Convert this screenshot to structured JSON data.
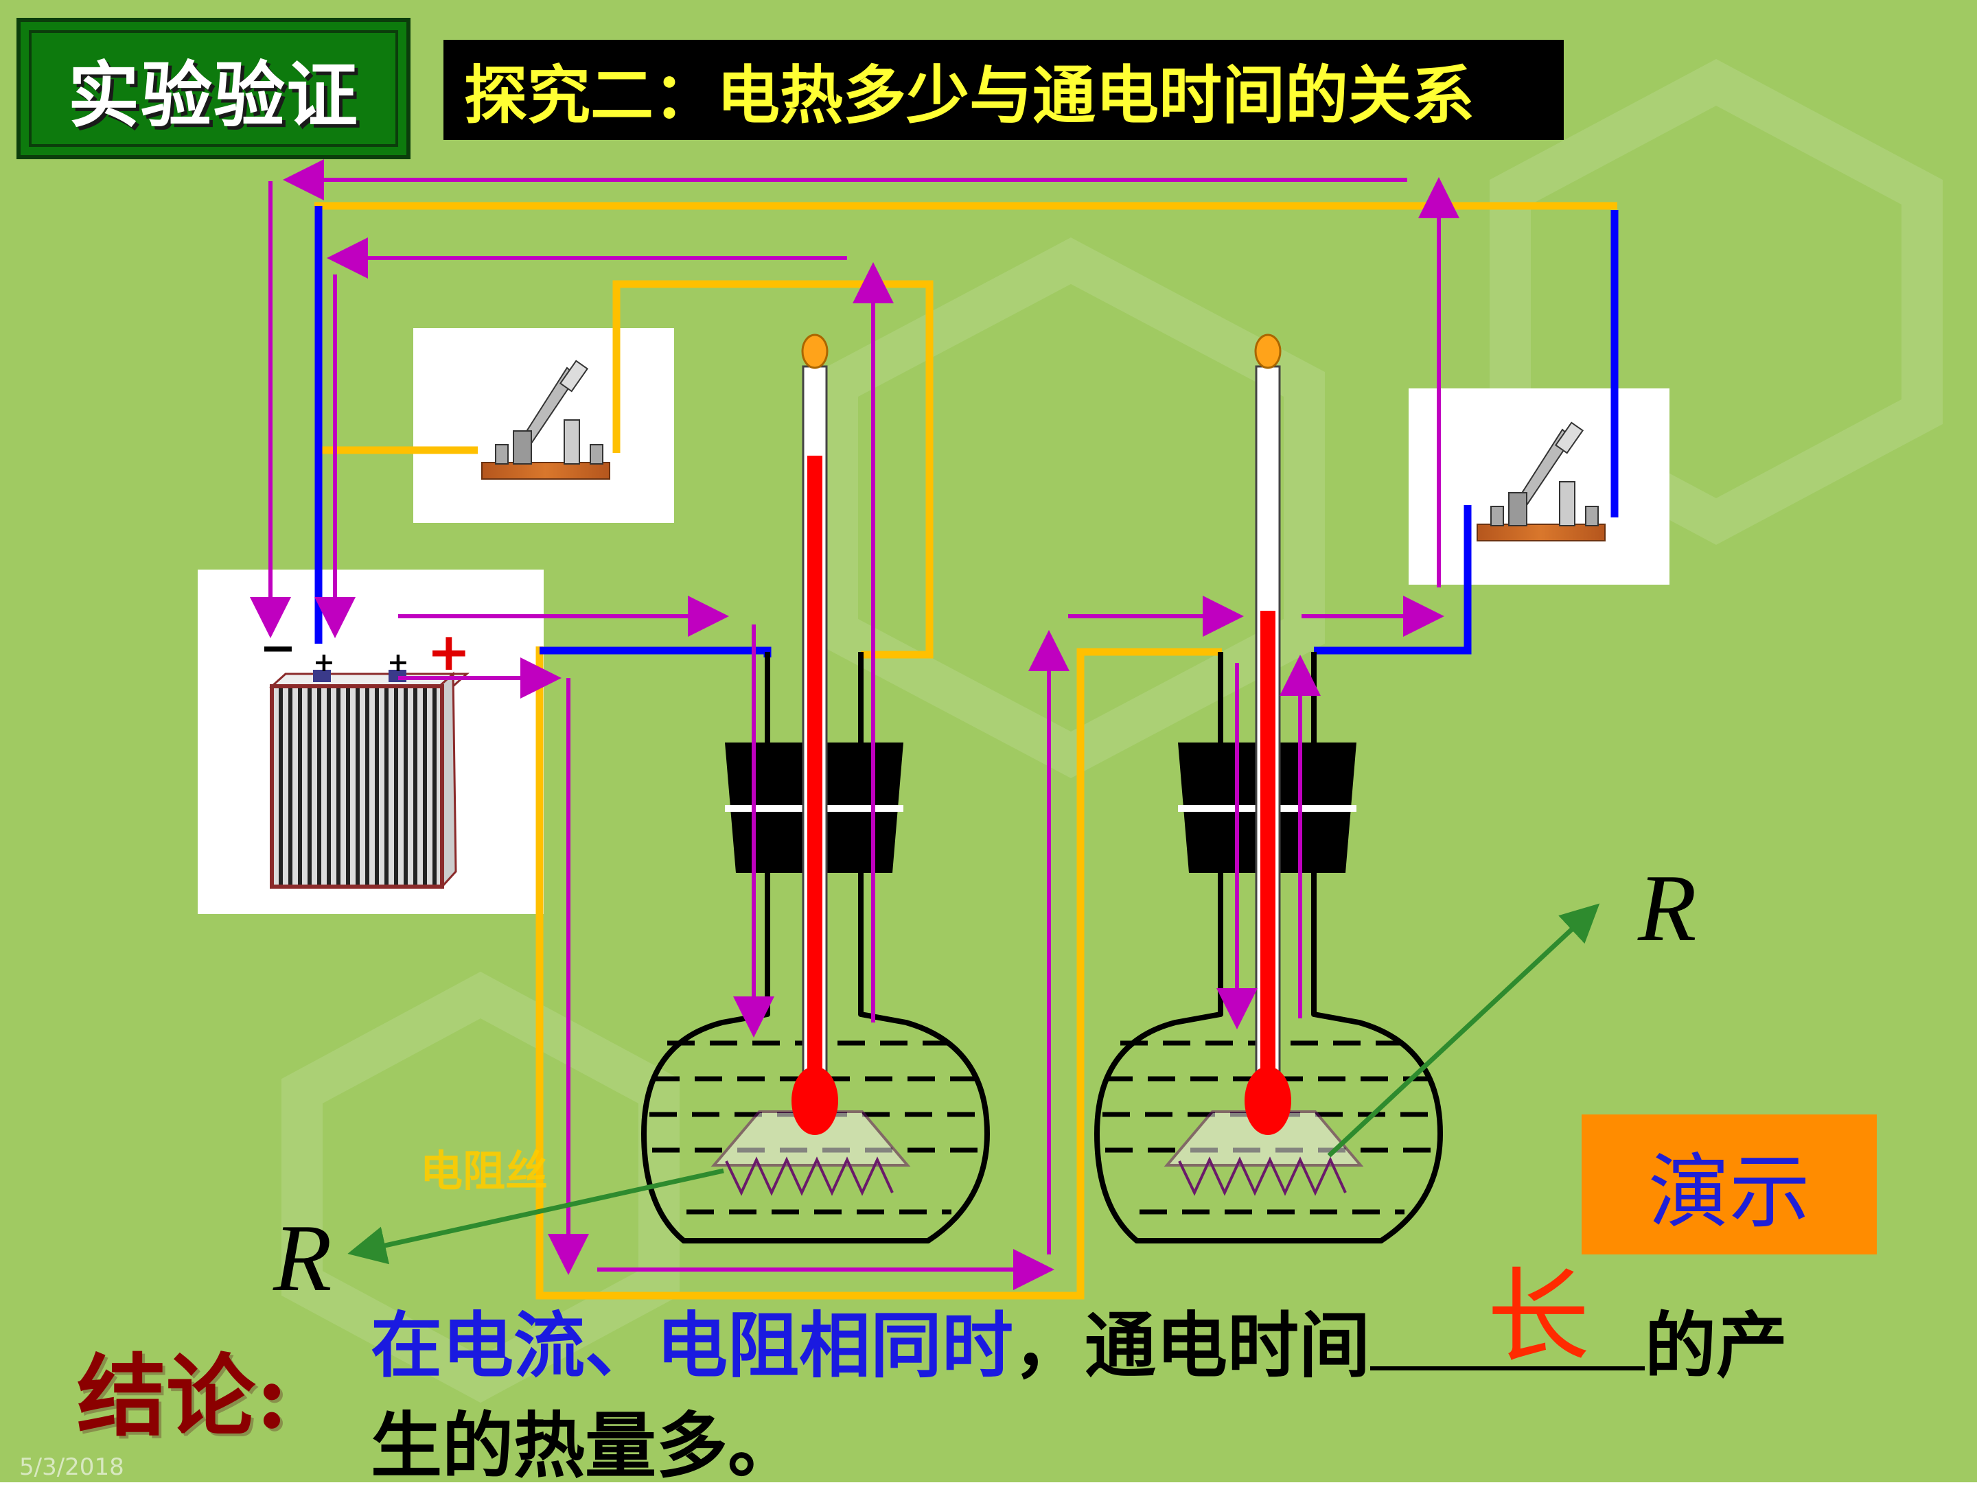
{
  "title": "实验验证",
  "subtitle": "探究二：电热多少与通电时间的关系",
  "demo_button": "演示",
  "r_label_right": "R",
  "r_label_left": "R",
  "wire_label": "电阻丝",
  "battery": {
    "minus": "−",
    "plus": "+",
    "terminal_a": "+",
    "terminal_b": "+"
  },
  "conclusion": {
    "heading": "结论:",
    "part1": "在电流、电阻相同时",
    "part2": "，通电时间",
    "answer": "长",
    "part3": "的产",
    "line2": "生的热量多。"
  },
  "date": "5/3/2018",
  "colors": {
    "background": "#9bc85a",
    "wire_yellow": "#ffc000",
    "wire_blue": "#0000ff",
    "current_arrow": "#c000c0",
    "mercury": "#ff0000",
    "pointer": "#2e8b2e"
  },
  "icons": [
    "battery-icon",
    "knife-switch-icon",
    "thermometer-icon",
    "flask-icon",
    "resistor-coil-icon"
  ]
}
